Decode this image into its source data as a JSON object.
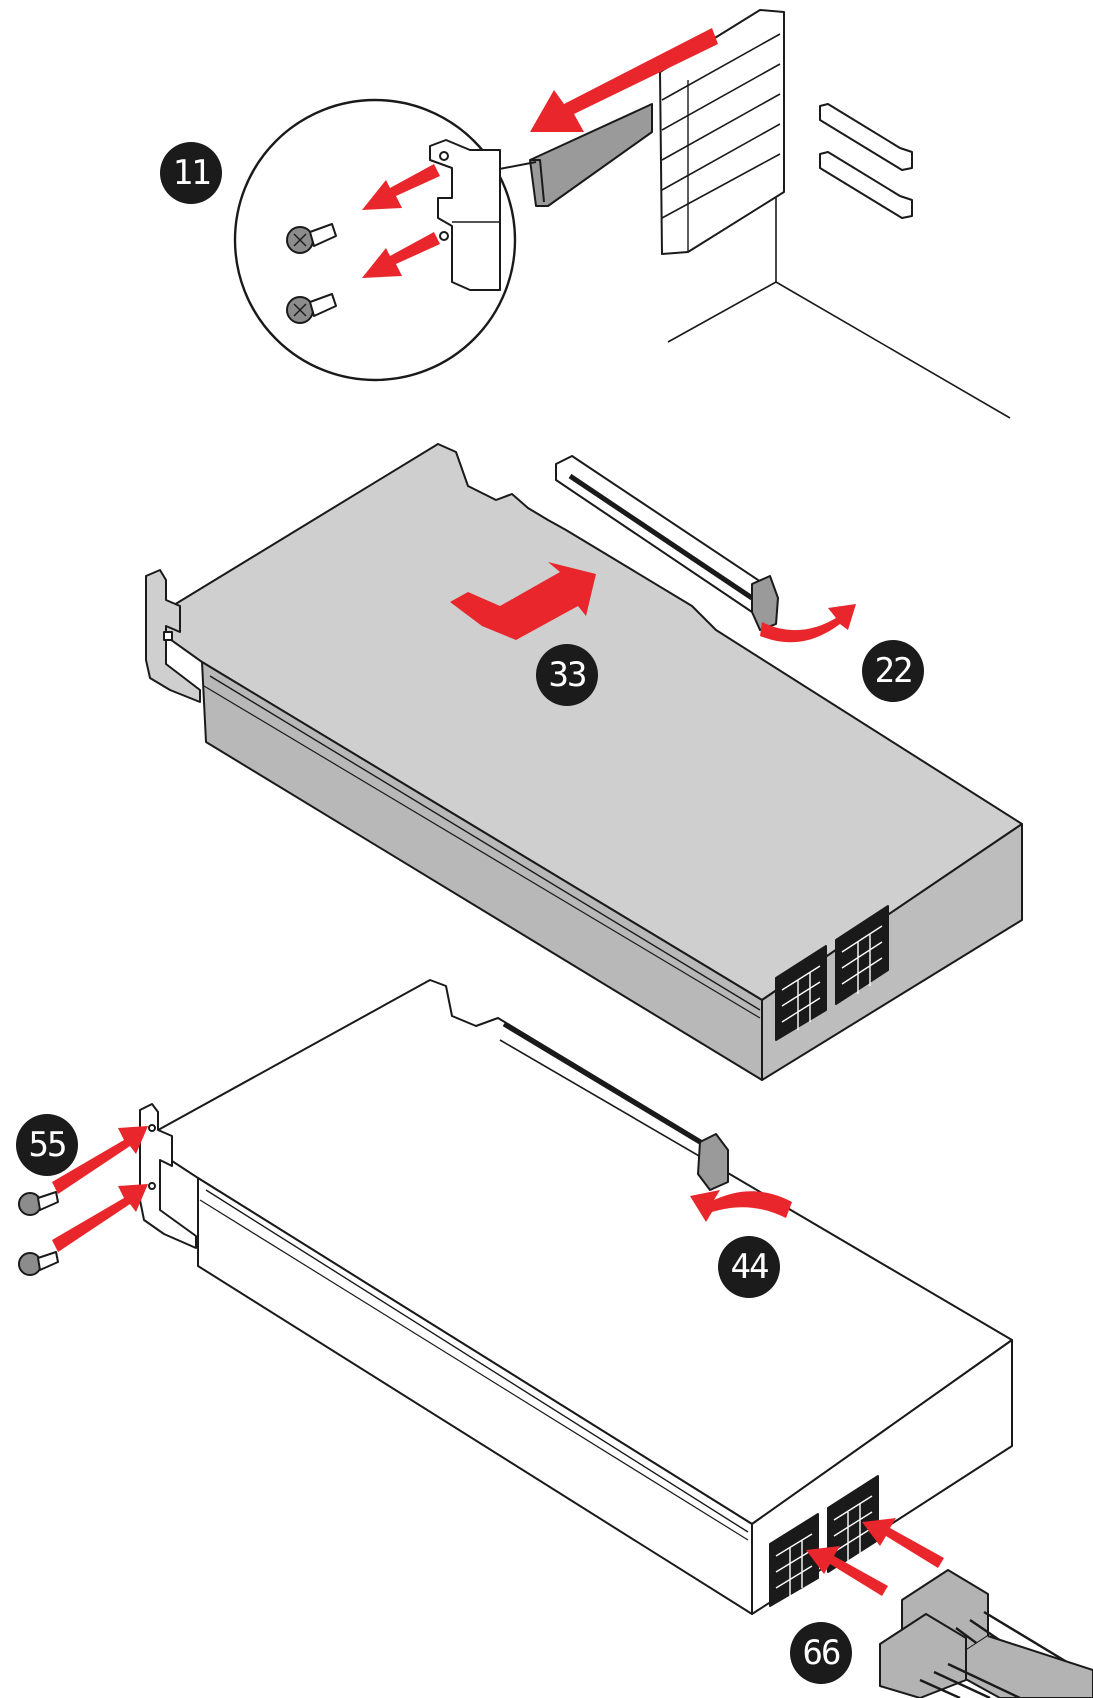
{
  "colors": {
    "arrow": "#e8262b",
    "line": "#1a1a1a",
    "card_gray": "#c8c8c8",
    "card_gray_dark": "#b3b3b3",
    "white": "#ffffff"
  },
  "steps": [
    {
      "label": "11"
    },
    {
      "label": "22"
    },
    {
      "label": "33"
    },
    {
      "label": "44"
    },
    {
      "label": "55"
    },
    {
      "label": "66"
    }
  ]
}
